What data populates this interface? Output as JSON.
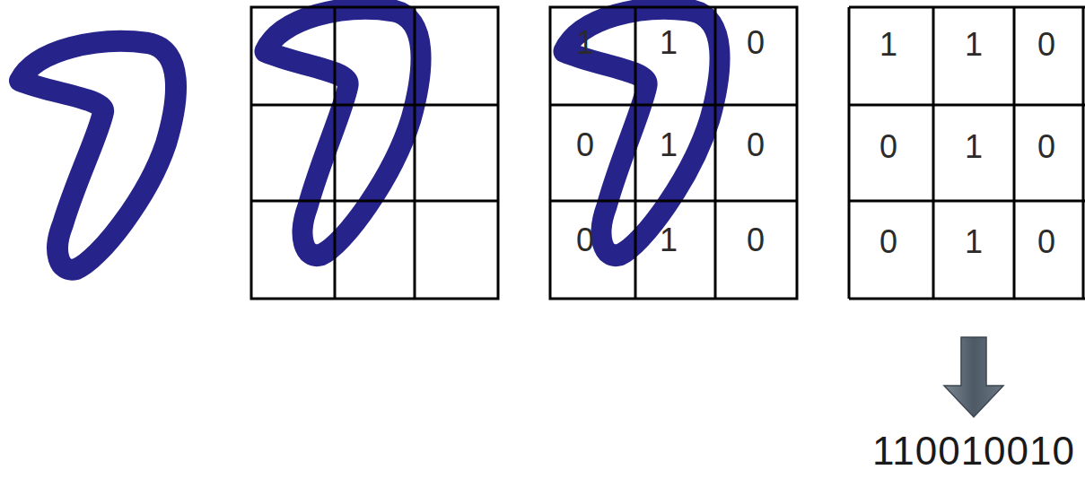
{
  "diagram": {
    "labels": [
      "1",
      "1",
      "0",
      "0",
      "1",
      "0",
      "0",
      "1",
      "0",
      "1",
      "1",
      "0",
      "0",
      "1",
      "0",
      "0",
      "1",
      "0",
      "110010010"
    ]
  }
}
